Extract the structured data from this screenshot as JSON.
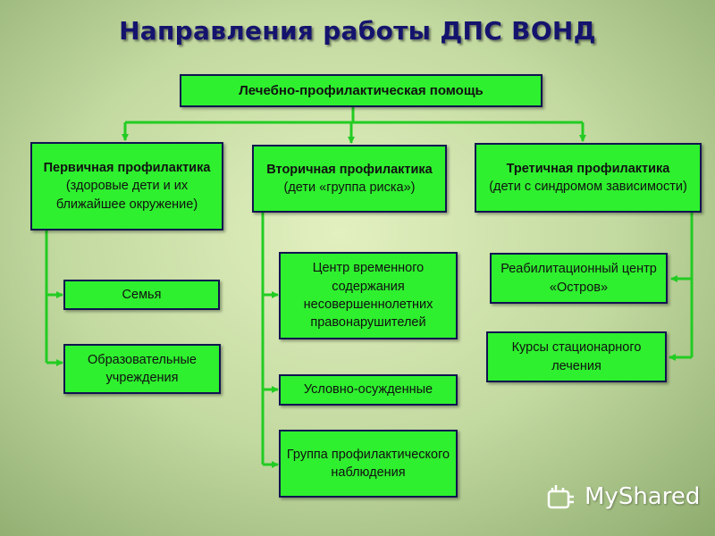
{
  "title": "Направления работы ДПС ВОНД",
  "root": {
    "label": "Лечебно-профилактическая помощь"
  },
  "columns": [
    {
      "header": {
        "bold": "Первичная профилактика",
        "detail": "(здоровые дети и их ближайшее окружение)"
      },
      "items": [
        "Семья",
        "Образовательные учреждения"
      ]
    },
    {
      "header": {
        "bold": "Вторичная профилактика",
        "detail": "(дети «группа риска»)"
      },
      "items": [
        "Центр временного содержания несовершеннолетних правонарушителей",
        "Условно-осужденные",
        "Группа профилактического наблюдения"
      ]
    },
    {
      "header": {
        "bold": "Третичная профилактика",
        "detail": "(дети с синдромом зависимости)"
      },
      "items": [
        "Реабилитационный центр «Остров»",
        "Курсы стационарного лечения"
      ]
    }
  ],
  "watermark": {
    "text": "MyShared"
  },
  "colors": {
    "box_fill": "#2ef02e",
    "box_border": "#11134f",
    "connector": "#22cc22",
    "title": "#14146e"
  }
}
